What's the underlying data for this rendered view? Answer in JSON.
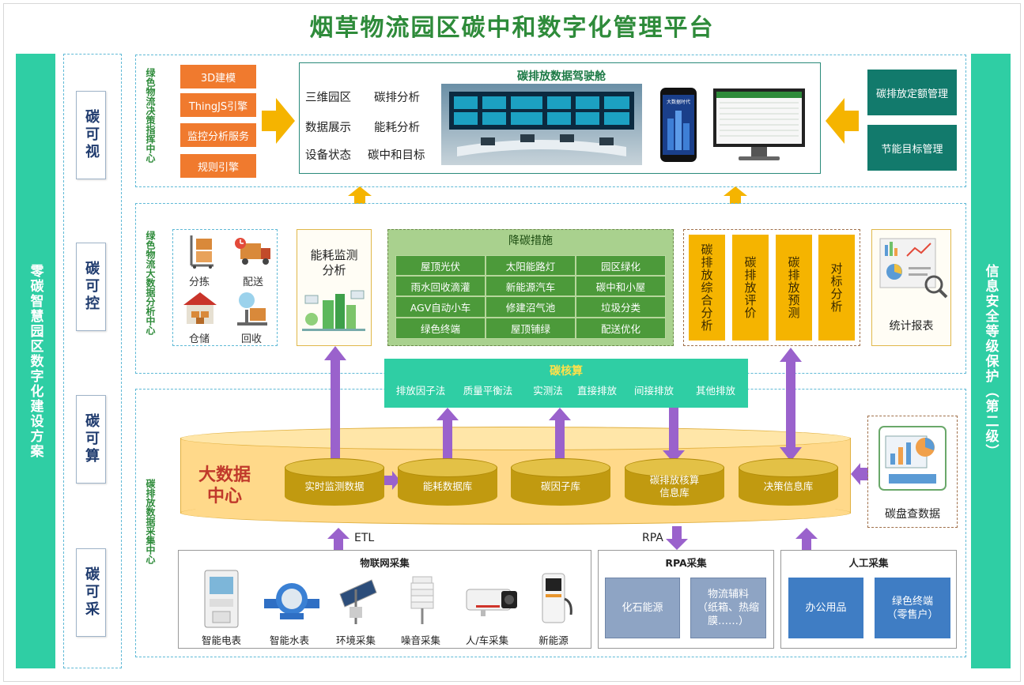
{
  "title": "烟草物流园区碳中和数字化管理平台",
  "left_sidebar": "零碳智慧园区数字化建设方案",
  "right_sidebar": "信息安全等级保护（第二级）",
  "levels": [
    "碳可视",
    "碳可控",
    "碳可算",
    "碳可采"
  ],
  "top": {
    "center_label": "绿色物流决策指挥中心",
    "engines": [
      "3D建模",
      "ThingJS引擎",
      "监控分析服务",
      "规则引擎"
    ],
    "cockpit_title": "碳排放数据驾驶舱",
    "cockpit_items": [
      "三维园区",
      "碳排分析",
      "数据展示",
      "能耗分析",
      "设备状态",
      "碳中和目标"
    ],
    "phone_text": "大数据时代",
    "right_buttons": [
      "碳排放定额管理",
      "节能目标管理"
    ]
  },
  "mid": {
    "center_label": "绿色物流大数据分析中心",
    "logistics": [
      "分拣",
      "配送",
      "仓储",
      "回收"
    ],
    "energy_title": "能耗监测\n分析",
    "measures_title": "降碳措施",
    "measures": [
      "屋顶光伏",
      "太阳能路灯",
      "园区绿化",
      "雨水回收滴灌",
      "新能源汽车",
      "碳中和小屋",
      "AGV自动小车",
      "修建沼气池",
      "垃圾分类",
      "绿色终端",
      "屋顶铺绿",
      "配送优化"
    ],
    "analysis": [
      "碳排放综合分析",
      "碳排放评价",
      "碳排放预测",
      "对标分析"
    ],
    "report_label": "统计报表"
  },
  "calc": {
    "title": "碳核算",
    "methods": [
      "排放因子法",
      "质量平衡法",
      "实测法",
      "直接排放",
      "间接排放",
      "其他排放"
    ]
  },
  "bottom": {
    "center_label": "碳排放数据采集中心",
    "bigdata_label": "大数据\n中心",
    "databases": [
      "实时监测数据",
      "能耗数据库",
      "碳因子库",
      "碳排放核算\n信息库",
      "决策信息库"
    ],
    "inventory_label": "碳盘查数据",
    "etl": "ETL",
    "rpa": "RPA",
    "iot_title": "物联网采集",
    "iot_devices": [
      "智能电表",
      "智能水表",
      "环境采集",
      "噪音采集",
      "人/车采集",
      "新能源"
    ],
    "rpa_title": "RPA采集",
    "rpa_items": [
      "化石能源",
      "物流辅料\n（纸箱、热缩\n膜……）"
    ],
    "manual_title": "人工采集",
    "manual_items": [
      "办公用品",
      "绿色终端\n（零售户）"
    ]
  },
  "colors": {
    "teal": "#2fcea4",
    "orange": "#f07a2e",
    "gold": "#c19a10",
    "green": "#4c9a3a",
    "purple": "#9a62cc"
  }
}
